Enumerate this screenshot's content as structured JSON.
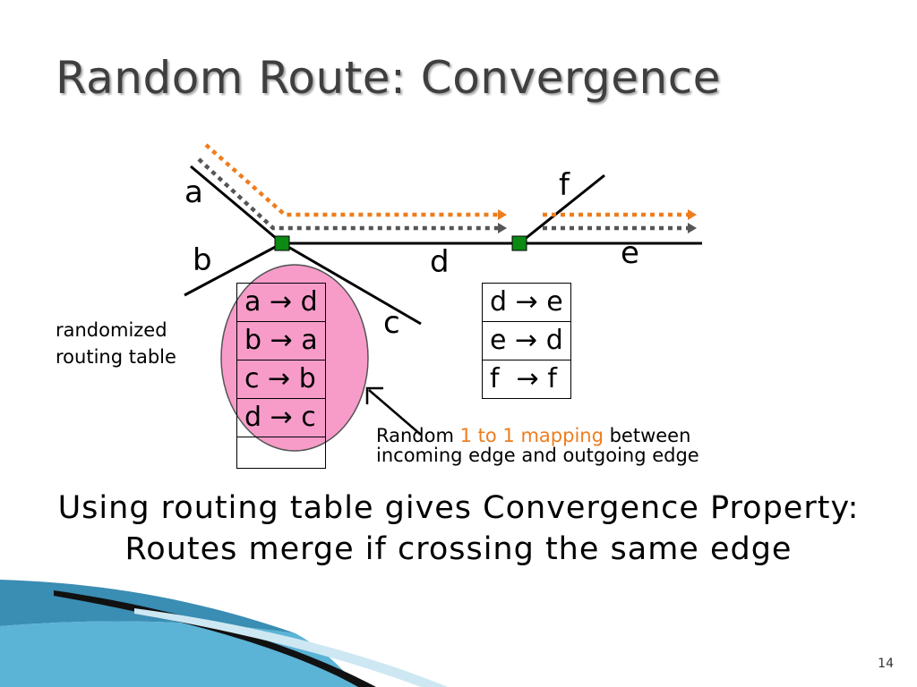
{
  "title": "Random Route: Convergence",
  "edge_labels": {
    "a": "a",
    "b": "b",
    "c": "c",
    "d": "d",
    "e": "e",
    "f": "f"
  },
  "left_table_caption": [
    "randomized",
    "routing table"
  ],
  "left_table": [
    {
      "from": "a",
      "to": "d"
    },
    {
      "from": "b",
      "to": "a"
    },
    {
      "from": "c",
      "to": "b"
    },
    {
      "from": "d",
      "to": "c"
    }
  ],
  "right_table": [
    {
      "from": "d",
      "to": "e"
    },
    {
      "from": "e",
      "to": "d"
    },
    {
      "from": "f",
      "to": "f"
    }
  ],
  "arrow_symbol": "→",
  "note": {
    "prefix": "Random ",
    "highlight": "1 to 1 mapping",
    "suffix": " between",
    "line2": "incoming edge and outgoing edge"
  },
  "footer_line1": "Using routing table gives Convergence Property:",
  "footer_line2": "Routes merge if crossing the same edge",
  "slide_number": "14",
  "colors": {
    "orange_route": "#ee7d1e",
    "gray_route": "#555555",
    "node": "#0c8a14",
    "highlight_ellipse": "#f79cc9",
    "title": "#3f3f3f"
  }
}
